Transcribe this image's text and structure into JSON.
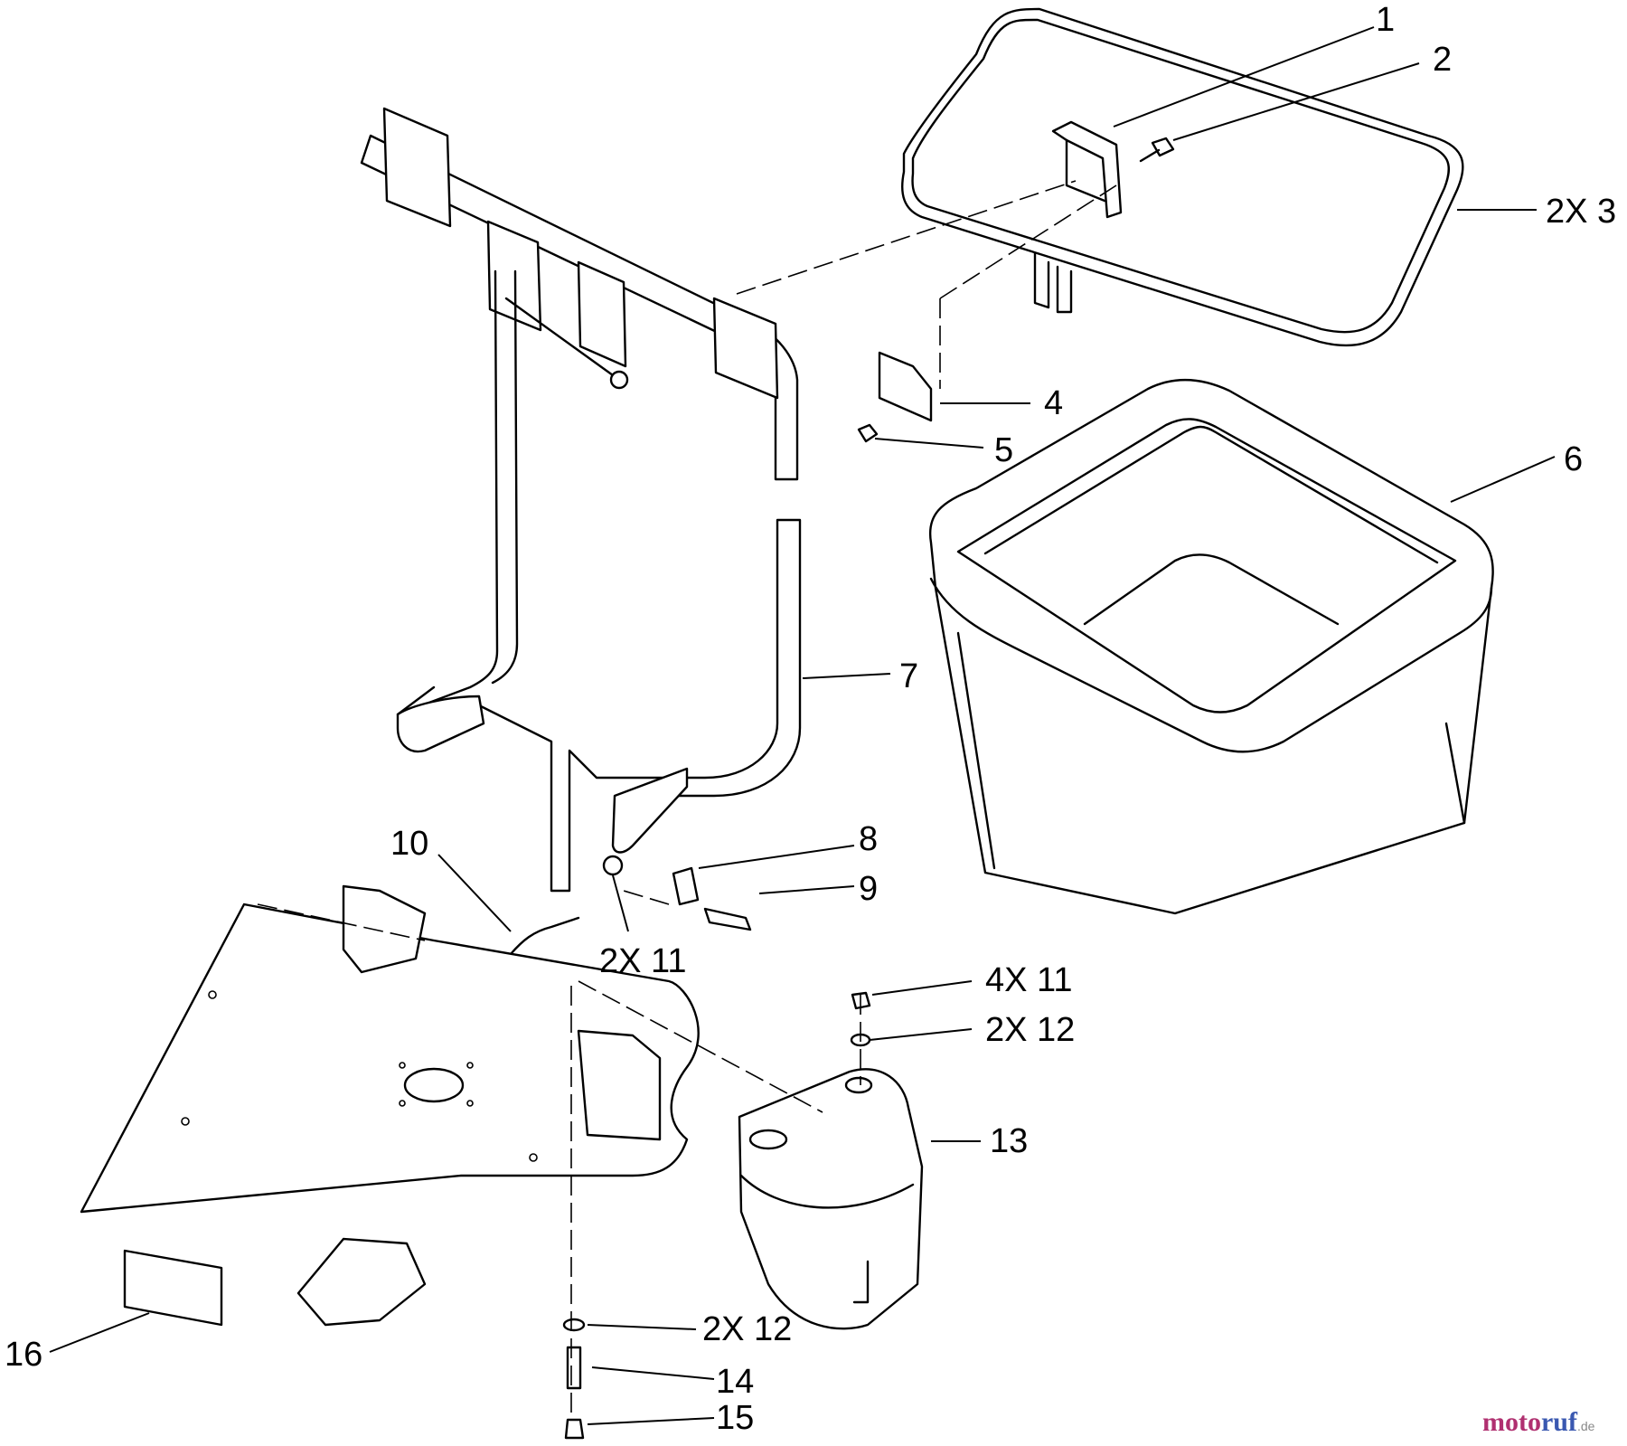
{
  "callouts": {
    "c1": "1",
    "c2": "2",
    "c3": "2X 3",
    "c4": "4",
    "c5": "5",
    "c6": "6",
    "c7": "7",
    "c8": "8",
    "c9": "9",
    "c10": "10",
    "c11a": "2X 11",
    "c11b": "4X 11",
    "c12a": "2X 12",
    "c12b": "2X 12",
    "c13": "13",
    "c14": "14",
    "c15": "15",
    "c16": "16"
  },
  "watermark": {
    "part1": "moto",
    "part2": "ruf",
    "suffix": ".de"
  }
}
